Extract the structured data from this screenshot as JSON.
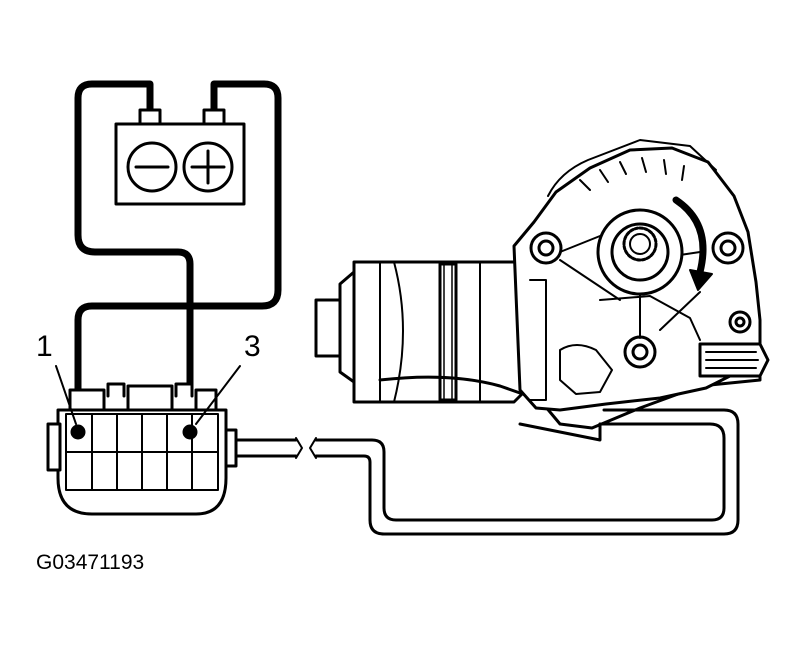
{
  "labels": {
    "pin_1": "1",
    "pin_3": "3",
    "figure_id": "G03471193"
  },
  "battery": {
    "negative_symbol": "minus-icon",
    "positive_symbol": "plus-icon"
  },
  "motor": {
    "rotation_indicator": "curved-arrow-icon"
  },
  "colors": {
    "line": "#000000",
    "background": "#ffffff"
  }
}
